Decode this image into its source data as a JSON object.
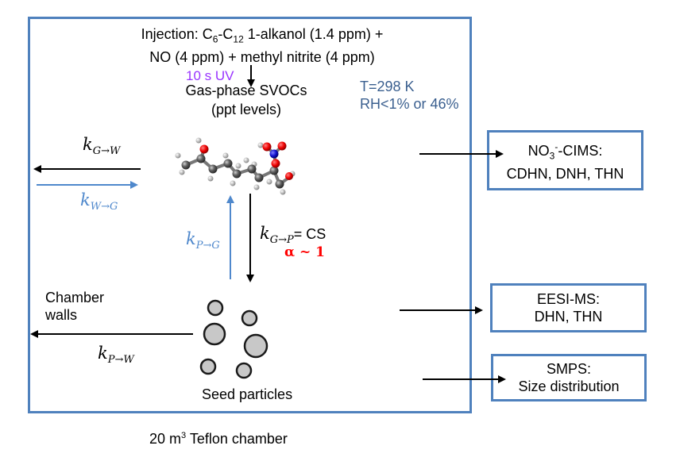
{
  "chamber": {
    "label_prefix": "20 m",
    "label_sup": "3",
    "label_suffix": " Teflon chamber",
    "border_color": "#4f81bd"
  },
  "injection": {
    "line1_prefix": "Injection: C",
    "line1_sub1": "6",
    "line1_mid": "-C",
    "line1_sub2": "12",
    "line1_suffix": " 1-alkanol (1.4 ppm) +",
    "line2": "NO (4 ppm) + methyl nitrite (4 ppm)"
  },
  "uv_label": "10 s UV",
  "uv_color": "#9933ff",
  "gas_phase": {
    "line1": "Gas-phase SVOCs",
    "line2": "(ppt levels)"
  },
  "conditions": {
    "temperature": "T=298 K",
    "humidity": "RH<1% or 46%"
  },
  "rates": {
    "k_gw": {
      "k": "k",
      "sub": "G→W"
    },
    "k_wg": {
      "k": "k",
      "sub": "W→G"
    },
    "k_pg": {
      "k": "k",
      "sub": "P→G"
    },
    "k_gp": {
      "k": "k",
      "sub": "G→P",
      "suffix": "= CS"
    },
    "k_pw": {
      "k": "k",
      "sub": "P→W"
    }
  },
  "alpha": "α ~ 1",
  "alpha_color": "#ff0000",
  "walls_label": {
    "line1": "Chamber",
    "line2": "walls"
  },
  "seed_label": "Seed particles",
  "molecule_name": "hydroxy nitrate molecule",
  "instruments": [
    {
      "name_prefix": "NO",
      "name_sub": "3",
      "name_sup": "-",
      "name_suffix": "-CIMS:",
      "species": "CDHN, DNH, THN"
    },
    {
      "name": "EESI-MS:",
      "species": "DHN, THN"
    },
    {
      "name": "SMPS:",
      "species": "Size distribution"
    }
  ],
  "colors": {
    "blue_arrow": "#4f88cc",
    "black_arrow": "#000000",
    "particle_fill": "#c8c8c8"
  }
}
